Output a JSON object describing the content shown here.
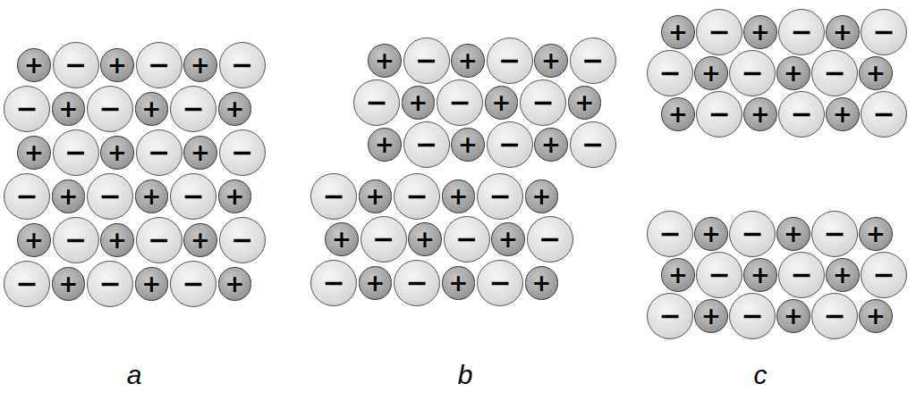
{
  "diagram": {
    "nodes": [
      {
        "text": [
          "+"
        ]
      },
      {
        "text": [
          "−"
        ]
      },
      {
        "text": [
          "+"
        ]
      },
      {
        "text": [
          "−"
        ]
      },
      {
        "text": [
          "+"
        ]
      },
      {
        "text": [
          "−"
        ]
      },
      {
        "text": [
          "−"
        ]
      },
      {
        "text": [
          "+"
        ]
      },
      {
        "text": [
          "−"
        ]
      },
      {
        "text": [
          "+"
        ]
      },
      {
        "text": [
          "−"
        ]
      },
      {
        "text": [
          "+"
        ]
      },
      {
        "text": [
          "+"
        ]
      },
      {
        "text": [
          "−"
        ]
      },
      {
        "text": [
          "+"
        ]
      },
      {
        "text": [
          "−"
        ]
      },
      {
        "text": [
          "+"
        ]
      },
      {
        "text": [
          "−"
        ]
      },
      {
        "text": [
          "−"
        ]
      },
      {
        "text": [
          "+"
        ]
      },
      {
        "text": [
          "−"
        ]
      },
      {
        "text": [
          "+"
        ]
      },
      {
        "text": [
          "−"
        ]
      },
      {
        "text": [
          "+"
        ]
      },
      {
        "text": [
          "+"
        ]
      },
      {
        "text": [
          "−"
        ]
      },
      {
        "text": [
          "+"
        ]
      },
      {
        "text": [
          "−"
        ]
      },
      {
        "text": [
          "+"
        ]
      },
      {
        "text": [
          "−"
        ]
      },
      {
        "text": [
          "−"
        ]
      },
      {
        "text": [
          "+"
        ]
      },
      {
        "text": [
          "−"
        ]
      },
      {
        "text": [
          "+"
        ]
      },
      {
        "text": [
          "−"
        ]
      },
      {
        "text": [
          "+"
        ]
      },
      {
        "text": [
          "+"
        ]
      },
      {
        "text": [
          "−"
        ]
      },
      {
        "text": [
          "+"
        ]
      },
      {
        "text": [
          "−"
        ]
      },
      {
        "text": [
          "+"
        ]
      },
      {
        "text": [
          "−"
        ]
      },
      {
        "text": [
          "−"
        ]
      },
      {
        "text": [
          "+"
        ]
      },
      {
        "text": [
          "−"
        ]
      },
      {
        "text": [
          "+"
        ]
      },
      {
        "text": [
          "−"
        ]
      },
      {
        "text": [
          "+"
        ]
      },
      {
        "text": [
          "+"
        ]
      },
      {
        "text": [
          "−"
        ]
      },
      {
        "text": [
          "+"
        ]
      },
      {
        "text": [
          "−"
        ]
      },
      {
        "text": [
          "+"
        ]
      },
      {
        "text": [
          "−"
        ]
      },
      {
        "text": [
          "−"
        ]
      },
      {
        "text": [
          "+"
        ]
      },
      {
        "text": [
          "−"
        ]
      },
      {
        "text": [
          "+"
        ]
      },
      {
        "text": [
          "−"
        ]
      },
      {
        "text": [
          "+"
        ]
      },
      {
        "text": [
          "+"
        ]
      },
      {
        "text": [
          "−"
        ]
      },
      {
        "text": [
          "+"
        ]
      },
      {
        "text": [
          "−"
        ]
      },
      {
        "text": [
          "+"
        ]
      },
      {
        "text": [
          "−"
        ]
      },
      {
        "text": [
          "−"
        ]
      },
      {
        "text": [
          "+"
        ]
      },
      {
        "text": [
          "−"
        ]
      },
      {
        "text": [
          "+"
        ]
      },
      {
        "text": [
          "−"
        ]
      },
      {
        "text": [
          "+"
        ]
      },
      {
        "text": [
          "+"
        ]
      },
      {
        "text": [
          "−"
        ]
      },
      {
        "text": [
          "+"
        ]
      },
      {
        "text": [
          "−"
        ]
      },
      {
        "text": [
          "+"
        ]
      },
      {
        "text": [
          "−"
        ]
      },
      {
        "text": [
          "−"
        ]
      },
      {
        "text": [
          "+"
        ]
      },
      {
        "text": [
          "−"
        ]
      },
      {
        "text": [
          "+"
        ]
      },
      {
        "text": [
          "−"
        ]
      },
      {
        "text": [
          "+"
        ]
      },
      {
        "text": [
          "+"
        ]
      },
      {
        "text": [
          "−"
        ]
      },
      {
        "text": [
          "+"
        ]
      },
      {
        "text": [
          "−"
        ]
      },
      {
        "text": [
          "+"
        ]
      },
      {
        "text": [
          "−"
        ]
      },
      {
        "text": [
          "−"
        ]
      },
      {
        "text": [
          "+"
        ]
      },
      {
        "text": [
          "−"
        ]
      },
      {
        "text": [
          "+"
        ]
      },
      {
        "text": [
          "−"
        ]
      },
      {
        "text": [
          "+"
        ]
      },
      {
        "text": [
          "+"
        ]
      },
      {
        "text": [
          "−"
        ]
      },
      {
        "text": [
          "+"
        ]
      },
      {
        "text": [
          "−"
        ]
      },
      {
        "text": [
          "+"
        ]
      },
      {
        "text": [
          "−"
        ]
      },
      {
        "text": [
          "−"
        ]
      },
      {
        "text": [
          "+"
        ]
      },
      {
        "text": [
          "−"
        ]
      },
      {
        "text": [
          "+"
        ]
      },
      {
        "text": [
          "−"
        ]
      },
      {
        "text": [
          "+"
        ]
      }
    ],
    "labels": [
      "a",
      "b",
      "c"
    ]
  }
}
